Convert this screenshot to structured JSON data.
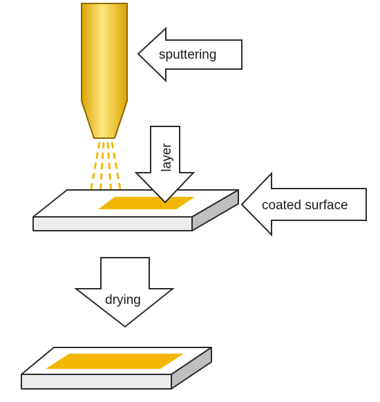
{
  "labels": {
    "sputtering": "sputtering",
    "layer": "layer",
    "coated_surface": "coated surface",
    "drying": "drying"
  },
  "colors": {
    "nozzle_light": "#FFE680",
    "nozzle_mid": "#F5C518",
    "nozzle_dark": "#D9A400",
    "coating": "#F2B705",
    "spray": "#F2B705",
    "substrate_top": "#FFFFFF",
    "substrate_side": "#E6E6E6",
    "substrate_edge": "#BFBFBF",
    "outline": "#2B2B2B"
  },
  "icons": {
    "nozzle": "sprayer-nozzle-icon",
    "arrow": "hollow-arrow-icon"
  }
}
